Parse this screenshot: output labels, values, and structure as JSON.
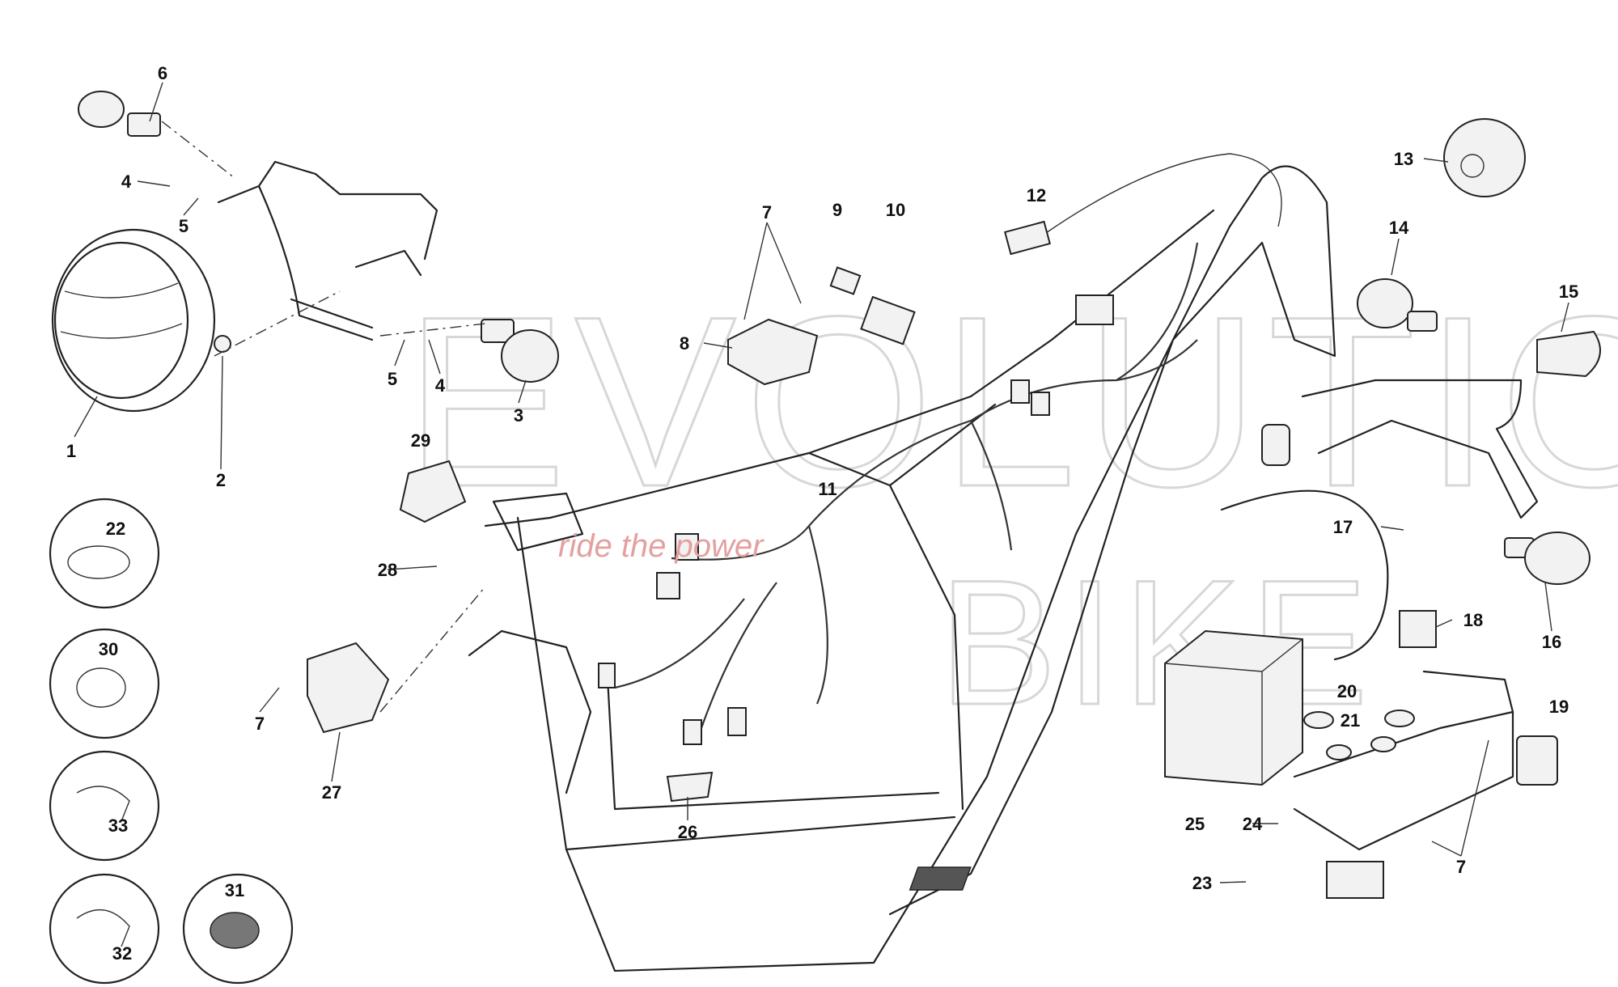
{
  "diagram": {
    "watermark": {
      "brand": "EVOLUTION BIKE",
      "slogan": "ride the power"
    },
    "colors": {
      "line": "#222222",
      "watermark": "#b8b8b8",
      "slogan": "#e4a0a0"
    },
    "callouts": [
      {
        "id": "c6",
        "text": "6"
      },
      {
        "id": "c4a",
        "text": "4"
      },
      {
        "id": "c5a",
        "text": "5"
      },
      {
        "id": "c1",
        "text": "1"
      },
      {
        "id": "c2",
        "text": "2"
      },
      {
        "id": "c5b",
        "text": "5"
      },
      {
        "id": "c4b",
        "text": "4"
      },
      {
        "id": "c3",
        "text": "3"
      },
      {
        "id": "c7a",
        "text": "7"
      },
      {
        "id": "c9",
        "text": "9"
      },
      {
        "id": "c10",
        "text": "10"
      },
      {
        "id": "c8",
        "text": "8"
      },
      {
        "id": "c12",
        "text": "12"
      },
      {
        "id": "c13",
        "text": "13"
      },
      {
        "id": "c14",
        "text": "14"
      },
      {
        "id": "c15",
        "text": "15"
      },
      {
        "id": "c11",
        "text": "11"
      },
      {
        "id": "c29",
        "text": "29"
      },
      {
        "id": "c28",
        "text": "28"
      },
      {
        "id": "c22",
        "text": "22"
      },
      {
        "id": "c30",
        "text": "30"
      },
      {
        "id": "c33",
        "text": "33"
      },
      {
        "id": "c32",
        "text": "32"
      },
      {
        "id": "c31",
        "text": "31"
      },
      {
        "id": "c7b",
        "text": "7"
      },
      {
        "id": "c27",
        "text": "27"
      },
      {
        "id": "c26",
        "text": "26"
      },
      {
        "id": "c17",
        "text": "17"
      },
      {
        "id": "c18",
        "text": "18"
      },
      {
        "id": "c16",
        "text": "16"
      },
      {
        "id": "c19",
        "text": "19"
      },
      {
        "id": "c20",
        "text": "20"
      },
      {
        "id": "c21",
        "text": "21"
      },
      {
        "id": "c25",
        "text": "25"
      },
      {
        "id": "c24",
        "text": "24"
      },
      {
        "id": "c7c",
        "text": "7"
      },
      {
        "id": "c23",
        "text": "23"
      }
    ]
  }
}
